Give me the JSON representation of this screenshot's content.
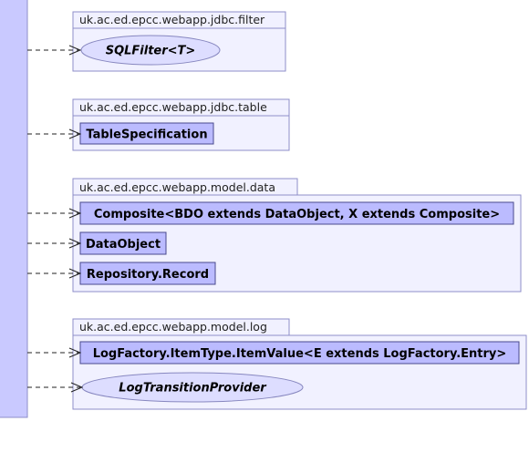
{
  "packages": [
    {
      "name": "uk.ac.ed.epcc.webapp.jdbc.filter",
      "items": [
        {
          "label": "SQLFilter<T>",
          "kind": "interface"
        }
      ]
    },
    {
      "name": "uk.ac.ed.epcc.webapp.jdbc.table",
      "items": [
        {
          "label": "TableSpecification",
          "kind": "class"
        }
      ]
    },
    {
      "name": "uk.ac.ed.epcc.webapp.model.data",
      "items": [
        {
          "label": "Composite<BDO extends DataObject, X extends Composite>",
          "kind": "class"
        },
        {
          "label": "DataObject",
          "kind": "class"
        },
        {
          "label": "Repository.Record",
          "kind": "class"
        }
      ]
    },
    {
      "name": "uk.ac.ed.epcc.webapp.model.log",
      "items": [
        {
          "label": "LogFactory.ItemType.ItemValue<E extends LogFactory.Entry>",
          "kind": "class"
        },
        {
          "label": "LogTransitionProvider",
          "kind": "interface"
        }
      ]
    }
  ],
  "colors": {
    "package_fill": "#f1f1ff",
    "package_border": "#8e8ec8",
    "class_fill": "#bbbbff",
    "interface_fill": "#ddddff",
    "source_fill": "#c9c9ff",
    "arrow": "#222222"
  }
}
